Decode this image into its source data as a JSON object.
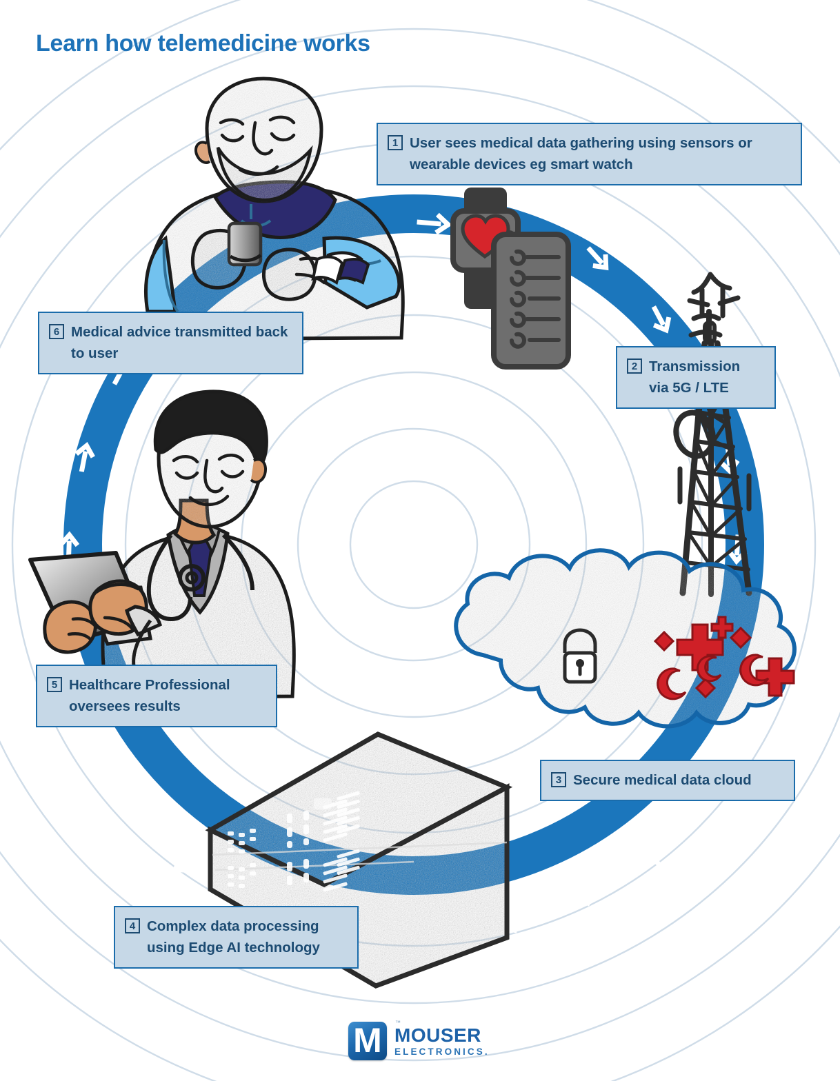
{
  "page": {
    "title": "Learn how telemedicine works",
    "background_color": "#ffffff",
    "accent_blue": "#1d72b8",
    "ring_blue": "#1b76bc",
    "callout_fill": "#c6d8e7",
    "callout_border": "#1a6cab",
    "text_navy": "#1c4b72",
    "ripple_stroke": "#cfdce8"
  },
  "steps": [
    {
      "number": "1",
      "text": "User sees medical data gathering using sensors or wearable devices eg smart watch",
      "lines": [
        "User sees medical data gathering using sensors",
        "or wearable devices eg smart watch"
      ]
    },
    {
      "number": "2",
      "text": "Transmission via 5G / LTE",
      "lines": [
        "Transmission",
        "via 5G / LTE"
      ]
    },
    {
      "number": "3",
      "text": "Secure medical data cloud",
      "lines": [
        "Secure medical data cloud"
      ]
    },
    {
      "number": "4",
      "text": "Complex data processing using Edge AI technology",
      "lines": [
        "Complex data processing",
        "using Edge AI technology"
      ]
    },
    {
      "number": "5",
      "text": "Healthcare Professional oversees results",
      "lines": [
        "Healthcare Professional",
        "oversees results"
      ]
    },
    {
      "number": "6",
      "text": "Medical advice transmitted back to user",
      "lines": [
        "Medical advice transmitted",
        "back to user"
      ]
    }
  ],
  "illustrations": [
    {
      "name": "user-with-smartwatch",
      "description": "Bald bearded man in light blue hoodie holding phone and looking at smart watch"
    },
    {
      "name": "smartwatch-and-phone",
      "description": "Dark grey smart watch showing red heart, beside grey phone with checklist"
    },
    {
      "name": "cell-tower",
      "description": "Hand drawn lattice cell tower with antenna dish"
    },
    {
      "name": "secure-cloud",
      "description": "Blue textured cloud containing padlock and red medical symbols"
    },
    {
      "name": "edge-datacenter",
      "description": "Grey textured hexagonal data centre block with white server rack lights"
    },
    {
      "name": "healthcare-professional",
      "description": "Doctor in white coat with stethoscope reading a tablet"
    }
  ],
  "footer": {
    "logo_letter": "M",
    "brand": "MOUSER",
    "tagline": "ELECTRONICS.",
    "trademark": "™"
  }
}
